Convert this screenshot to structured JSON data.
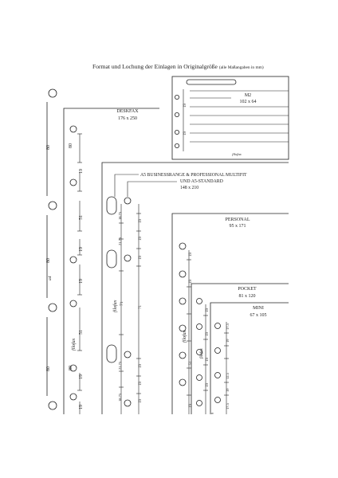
{
  "title": {
    "main": "Format und Lochung der Einlagen in Originalgröße",
    "note": "(alle Maßangaben in mm)"
  },
  "formats": [
    {
      "name": "DESKFAX",
      "size": "176 x 250"
    },
    {
      "name": "M2",
      "size": "102 x 64"
    },
    {
      "name": "A5 BUSINESSRANGE & PROFESSIONAL MULTIFIT",
      "size": ""
    },
    {
      "name": "UND A5-STANDARD",
      "size": "148 x 210"
    },
    {
      "name": "PERSONAL",
      "size": "95 x 171"
    },
    {
      "name": "POCKET",
      "size": "81 x 120"
    },
    {
      "name": "MINI",
      "size": "67 x 105"
    }
  ],
  "brand": "filofax",
  "hole_spacing": [
    "19",
    "80",
    "51",
    "71",
    "28.75",
    "21.75",
    "18.75",
    "17.5",
    "9",
    "12.5"
  ]
}
